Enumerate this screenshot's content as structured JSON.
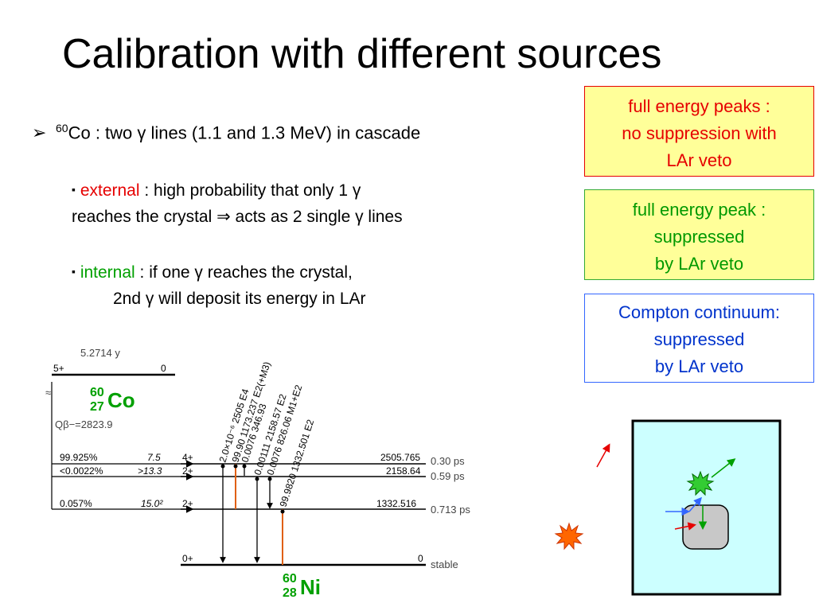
{
  "slide": {
    "title": "Calibration with different sources",
    "bullet": {
      "marker": "➢",
      "iso_mass": "60",
      "text": "Co : two γ lines (1.1 and 1.3 MeV) in cascade"
    },
    "sub_external": {
      "marker": "▪",
      "keyword": "external",
      "line1_rest": " : high probability that only 1 γ",
      "line2": "reaches the crystal ⇒ acts as 2 single γ lines"
    },
    "sub_internal": {
      "marker": "▪",
      "keyword": "internal",
      "line1_rest": " : if one γ reaches the crystal,",
      "line2": "2nd γ will deposit its energy in LAr"
    }
  },
  "boxes": [
    {
      "lines": [
        "full energy peaks :",
        "no suppression with",
        "LAr veto"
      ],
      "color": "#e60000",
      "bg": "#ffff99"
    },
    {
      "lines": [
        "full energy peak :",
        "suppressed",
        "by LAr veto"
      ],
      "color": "#009900",
      "bg": "#ffff99"
    },
    {
      "lines": [
        "Compton continuum:",
        "suppressed",
        "by LAr veto"
      ],
      "color": "#0033cc",
      "bg": "#ffffff"
    }
  ],
  "decay_scheme": {
    "parent": {
      "mass": "60",
      "z": "27",
      "symbol": "Co",
      "half_life": "5.2714 y",
      "spin": "5+",
      "energy": "0",
      "q_label": "Qβ−=2823.9"
    },
    "daughter": {
      "mass": "60",
      "z": "28",
      "symbol": "Ni"
    },
    "branches": [
      {
        "intensity": "99.925%",
        "logft": "7.5"
      },
      {
        "intensity": "<0.0022%",
        "logft": ">13.3"
      },
      {
        "intensity": "0.057%",
        "logft": "15.0²"
      }
    ],
    "levels": [
      {
        "spin": "4+",
        "energy": "2505.765",
        "halflife": "0.30 ps"
      },
      {
        "spin": "2+",
        "energy": "2158.64",
        "halflife": "0.59 ps"
      },
      {
        "spin": "2+",
        "energy": "1332.516",
        "halflife": "0.713 ps"
      },
      {
        "spin": "0+",
        "energy": "0",
        "halflife": "stable"
      }
    ],
    "transitions": [
      {
        "label": "2.0×10⁻⁶ 2505 E4"
      },
      {
        "label": "99.90 1173.237 E2(+M3)"
      },
      {
        "label": "0.0076 346.93"
      },
      {
        "label": "0.00111 2158.57 E2"
      },
      {
        "label": "0.0076 826.06 M1+E2"
      },
      {
        "label": "99.9820 1332.501 E2"
      }
    ]
  },
  "detector_diagram": {
    "crystal_color": "#c8c8c8",
    "lar_color": "#ccffff",
    "source_color": "#ff6600",
    "flash_color": "#33cc33"
  }
}
